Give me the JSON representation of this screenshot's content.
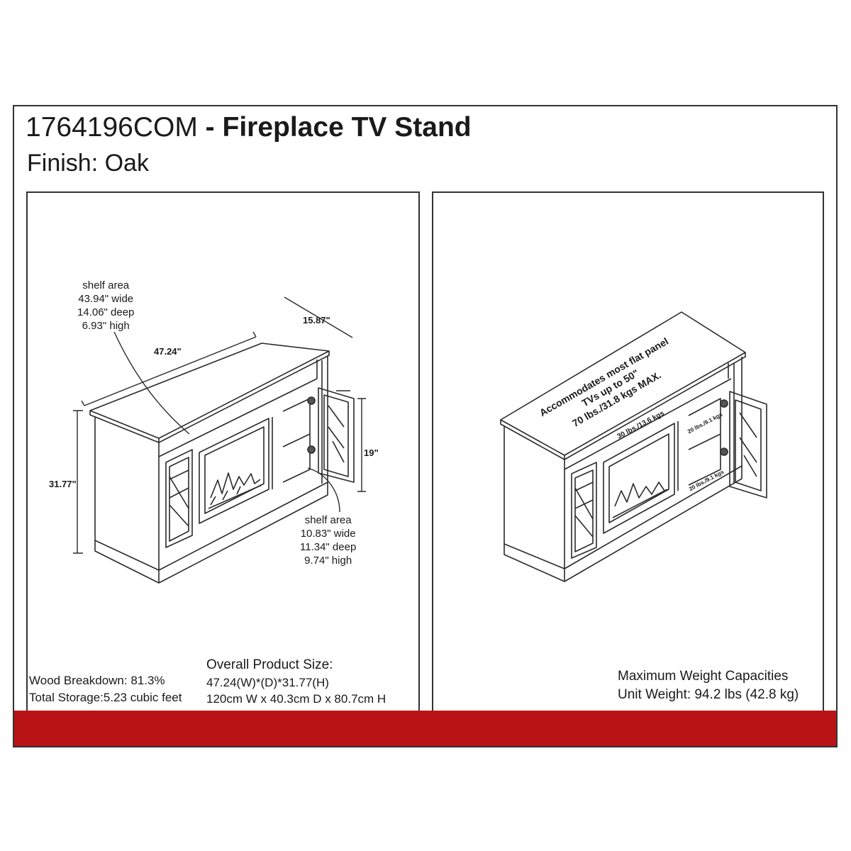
{
  "header": {
    "model_code": "1764196COM",
    "separator": " - ",
    "product_name": "Fireplace TV Stand",
    "finish": "Finish: Oak"
  },
  "left_panel": {
    "shelf_top": {
      "title": "shelf area",
      "wide": "43.94\" wide",
      "deep": "14.06\" deep",
      "high": "6.93\" high"
    },
    "shelf_side": {
      "title": "shelf area",
      "wide": "10.83\" wide",
      "deep": "11.34\" deep",
      "high": "9.74\" high"
    },
    "dim_width": "47.24\"",
    "dim_depth": "15.87\"",
    "dim_height": "31.77\"",
    "dim_door_height": "19\"",
    "wood_breakdown": "Wood Breakdown: 81.3%",
    "total_storage": "Total Storage:5.23 cubic feet",
    "overall_title": "Overall Product Size:",
    "overall_in": "47.24(W)*(D)*31.77(H)",
    "overall_cm": "120cm W x 40.3cm D x 80.7cm H"
  },
  "right_panel": {
    "top_note_1": "Accommodates most flat panel",
    "top_note_2": "TVs up to 50\"",
    "top_note_3": "70 lbs./31.8 kgs MAX.",
    "shelf_weight": "30 lbs./13.6 kgs",
    "side_weight_upper": "20 lbs./9.1 kgs",
    "side_weight_lower": "20 lbs./9.1 kgs",
    "max_capacities": "Maximum Weight Capacities",
    "unit_weight": "Unit Weight: 94.2 lbs (42.8 kg)"
  },
  "colors": {
    "accent_band": "#b81416",
    "line": "#333333"
  }
}
